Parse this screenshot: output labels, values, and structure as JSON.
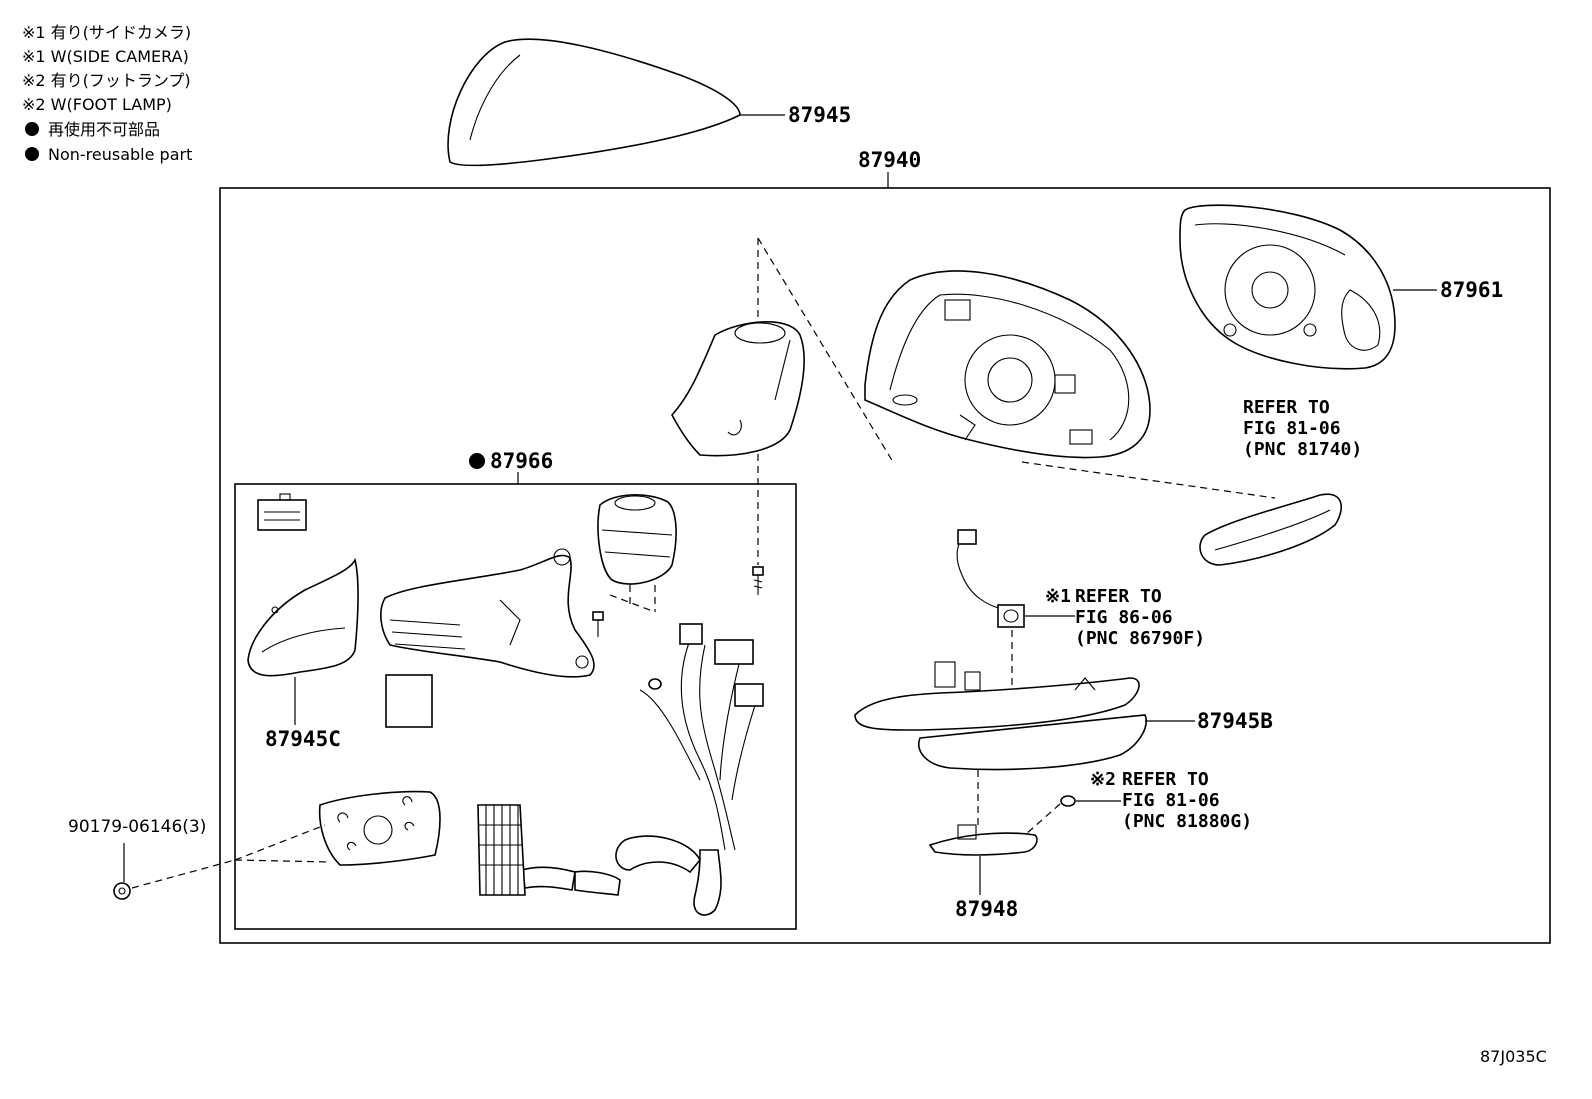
{
  "legend": {
    "line1": "※1 有り(サイドカメラ)",
    "line2": "※1 W(SIDE CAMERA)",
    "line3": "※2 有り(フットランプ)",
    "line4": "※2 W(FOOT LAMP)",
    "line5": "再使用不可部品",
    "line6": "Non-reusable part"
  },
  "parts": {
    "p87945": "87945",
    "p87940": "87940",
    "p87961": "87961",
    "p87966": "87966",
    "p87945C": "87945C",
    "p87945B": "87945B",
    "p87948": "87948",
    "p90179": "90179-06146(3)"
  },
  "refs": {
    "r1_l1": "REFER TO",
    "r1_l2": "FIG 81-06",
    "r1_l3": "(PNC 81740)",
    "r2_mark": "※1",
    "r2_l1": "REFER TO",
    "r2_l2": "FIG 86-06",
    "r2_l3": "(PNC 86790F)",
    "r3_mark": "※2",
    "r3_l1": "REFER TO",
    "r3_l2": "FIG 81-06",
    "r3_l3": "(PNC 81880G)"
  },
  "diagram_code": "87J035C"
}
